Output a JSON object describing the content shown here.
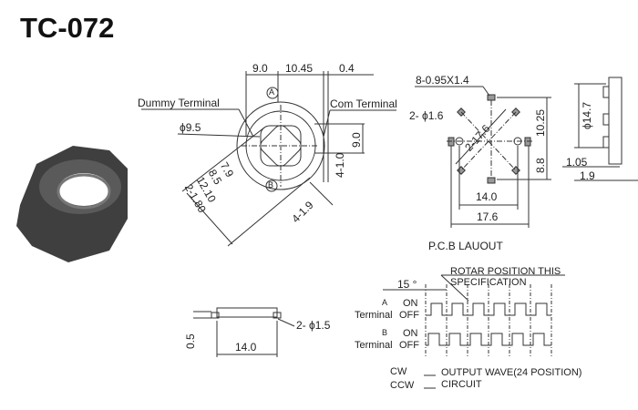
{
  "title": "TC-072",
  "top_view": {
    "dims_top": [
      "9.0",
      "10.45",
      "0.4"
    ],
    "dummy_terminal": "Dummy Terminal",
    "com_terminal": "Com Terminal",
    "phi": "ϕ9.5",
    "dim_right": "9.0",
    "dim_4_10": "4-1.0",
    "dim_79": "7.9",
    "dim_85": "8.5",
    "dim_1210": "12.10",
    "dim_2180": "2-1.80",
    "dim_419": "4-1.9",
    "mark_a": "A",
    "mark_b": "B"
  },
  "pcb": {
    "pad": "8-0.95X1.4",
    "hole": "2- ϕ1.6",
    "diag": "2-17.6",
    "dim_1025": "10.25",
    "dim_88": "8.8",
    "dim_140": "14.0",
    "dim_176": "17.6",
    "label": "P.C.B LAUOUT"
  },
  "side": {
    "phi": "ϕ14.7",
    "dim_105": "1.05",
    "dim_19": "1.9"
  },
  "bottom": {
    "dim_05": "0.5",
    "dim_140": "14.0",
    "pin": "2- ϕ1.5"
  },
  "wave": {
    "angle": "15 °",
    "rotor_line1": "ROTAR POSITION THIS",
    "rotor_line2": "SPECIFICATION",
    "a_mark": "A",
    "b_mark": "B",
    "terminal": "Terminal",
    "on": "ON",
    "off": "OFF",
    "cw": "CW",
    "ccw": "CCW",
    "output": "OUTPUT WAVE(24 POSITION)",
    "circuit": "CIRCUIT",
    "cycles": 6
  }
}
